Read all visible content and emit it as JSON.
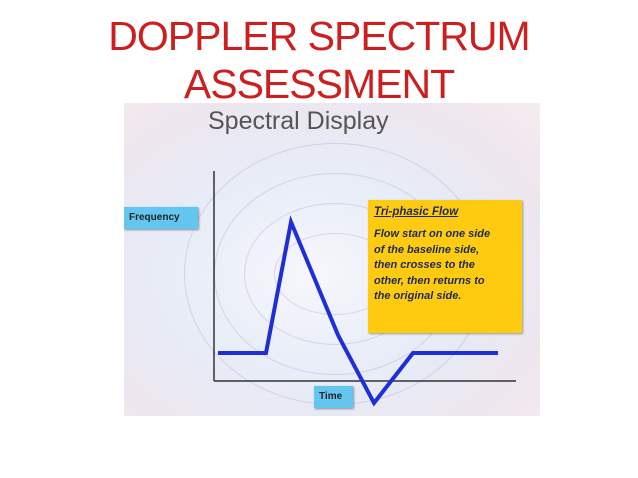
{
  "slide": {
    "title_line1": "DOPPLER SPECTRUM",
    "title_line2": "ASSESSMENT",
    "title_color": "#cc1f1f"
  },
  "figure": {
    "heading": "Spectral  Display",
    "y_axis_tag": "Frequency",
    "x_axis_tag": "Time",
    "tag_color": "#63c6f0",
    "note": {
      "title": "Tri-phasic Flow",
      "lines": [
        "Flow start on one side",
        "of  the  baseline side,",
        "then crosses to the",
        "other, then returns to",
        "the original side."
      ],
      "background": "#fecb10"
    },
    "waveform_color": "#1f2fd8",
    "axis_color": "#333333"
  }
}
